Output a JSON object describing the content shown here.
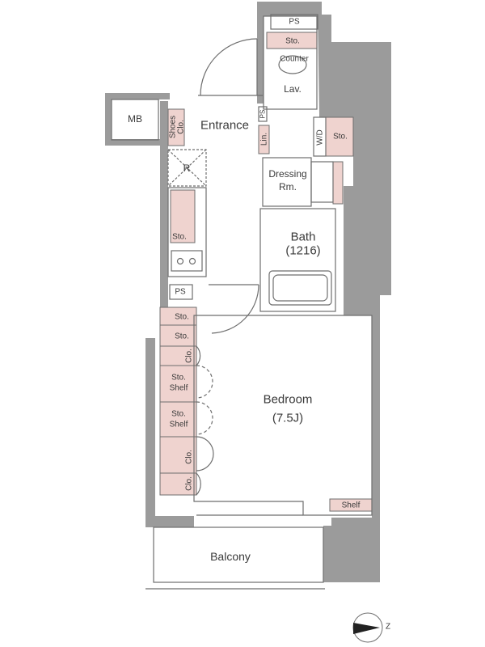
{
  "colors": {
    "wall": "#9b9b9b",
    "storage": "#efd3cf",
    "line": "#6e6e6e"
  },
  "rooms": {
    "ps_top": "PS",
    "sto_counter": "Sto.",
    "counter": "Counter",
    "lav": "Lav.",
    "mb": "MB",
    "shoes": "Shoes",
    "shoes_clo": "Clo.",
    "entrance": "Entrance",
    "ps_small": "PS",
    "lin": "Lin.",
    "wd": "W/D",
    "sto_wd": "Sto.",
    "dressing": "Dressing",
    "dressing_rm": "Rm.",
    "fridge": "R",
    "sto_kitchen": "Sto.",
    "bath": "Bath",
    "bath_size": "(1216)",
    "ps_mid": "PS",
    "sto_1": "Sto.",
    "sto_2": "Sto.",
    "clo_1": "Clo.",
    "sto_shelf_1a": "Sto.",
    "sto_shelf_1b": "Shelf",
    "sto_shelf_2a": "Sto.",
    "sto_shelf_2b": "Shelf",
    "clo_2": "Clo.",
    "clo_3": "Clo.",
    "bedroom": "Bedroom",
    "bedroom_size": "(7.5J)",
    "shelf": "Shelf",
    "balcony": "Balcony"
  },
  "compass": {
    "label": "Z",
    "icon": "north-arrow-icon"
  }
}
